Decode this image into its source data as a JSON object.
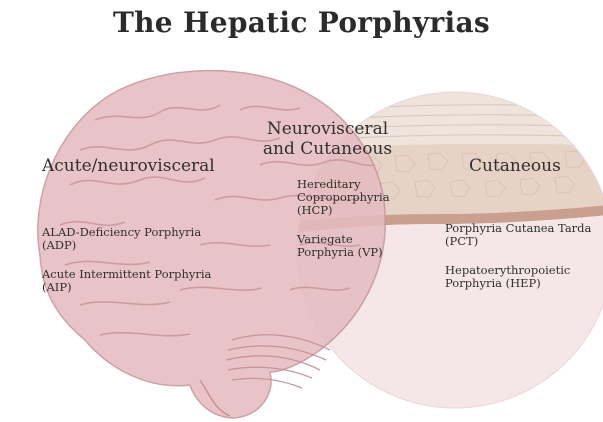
{
  "title": "The Hepatic Porphyrias",
  "sets": {
    "left": {
      "heading": "Acute/neurovisceral",
      "items": [
        "ALAD-Deficiency Porphyria\n(ADP)",
        "Acute Intermittent Porphyria\n(AIP)"
      ]
    },
    "overlap": {
      "heading": "Neurovisceral\nand Cutaneous",
      "items": [
        "Hereditary\nCoproporphyria\n(HCP)",
        "Variegate\nPorphyria (VP)"
      ]
    },
    "right": {
      "heading": "Cutaneous",
      "items": [
        "Porphyria Cutanea Tarda\n(PCT)",
        "Hepatoerythropoietic\nPorphyria (HEP)"
      ]
    }
  },
  "icons": [
    "brain-illustration",
    "skin-layers-illustration"
  ],
  "colors": {
    "brain_fill": "#e3b7bd",
    "brain_stroke": "#c48e96",
    "skin_fill": "#f2e1e1",
    "skin_layer": "#d7b6a6",
    "text": "#2f2f2f"
  }
}
